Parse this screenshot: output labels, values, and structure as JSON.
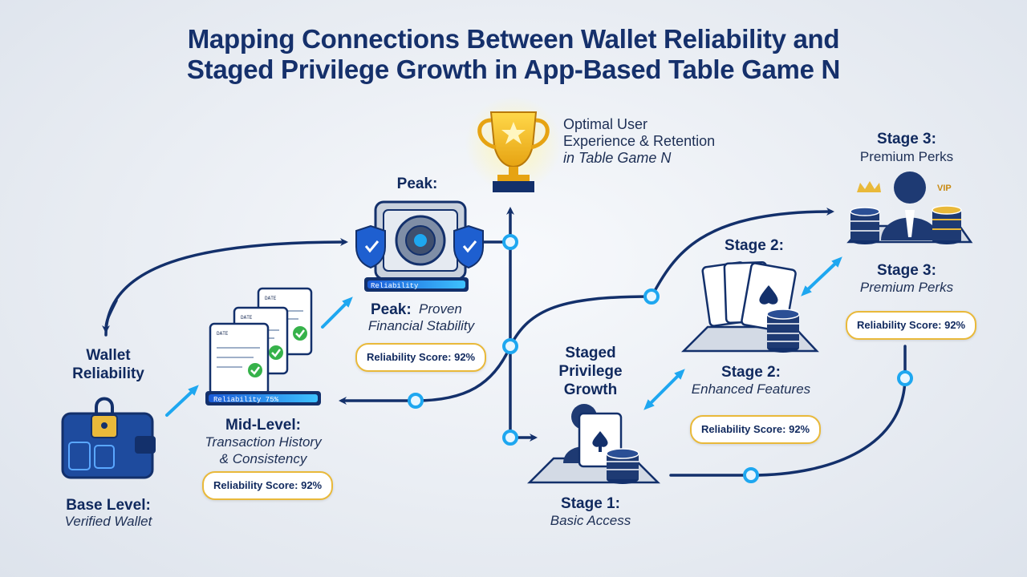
{
  "title": {
    "line1": "Mapping Connections Between Wallet Reliability and",
    "line2": "Staged Privilege Growth in App-Based Table Game N"
  },
  "goal": {
    "line1": "Optimal User",
    "line2": "Experience & Retention",
    "line3": "in Table Game N"
  },
  "wallet_path": {
    "heading_line1": "Wallet",
    "heading_line2": "Reliability",
    "base": {
      "title": "Base Level:",
      "subtitle": "Verified Wallet"
    },
    "mid": {
      "title": "Mid-Level:",
      "subtitle_line1": "Transaction History",
      "subtitle_line2": "& Consistency",
      "score": "Reliability Score: 92%",
      "bar_text": "Reliability 75%"
    },
    "peak": {
      "top_label": "Peak:",
      "title": "Peak:",
      "subtitle_line1": "Proven",
      "subtitle_line2": "Financial Stability",
      "score": "Reliability Score: 92%",
      "bar_text": "Reliability"
    },
    "doc_label": "DATE"
  },
  "privilege_path": {
    "heading_line1": "Staged",
    "heading_line2": "Privilege",
    "heading_line3": "Growth",
    "stage1": {
      "title": "Stage 1:",
      "subtitle": "Basic Access"
    },
    "stage2": {
      "top_label": "Stage 2:",
      "title": "Stage 2:",
      "subtitle": "Enhanced Features",
      "score": "Reliability Score: 92%"
    },
    "stage3": {
      "top_title": "Stage 3:",
      "top_subtitle": "Premium Perks",
      "title": "Stage 3:",
      "subtitle": "Premium Perks",
      "score": "Reliability Score: 92%",
      "vip": "VIP"
    }
  },
  "colors": {
    "navy": "#13306b",
    "accent": "#1ea7f0",
    "gold": "#e9b93a",
    "green": "#36b24a"
  }
}
